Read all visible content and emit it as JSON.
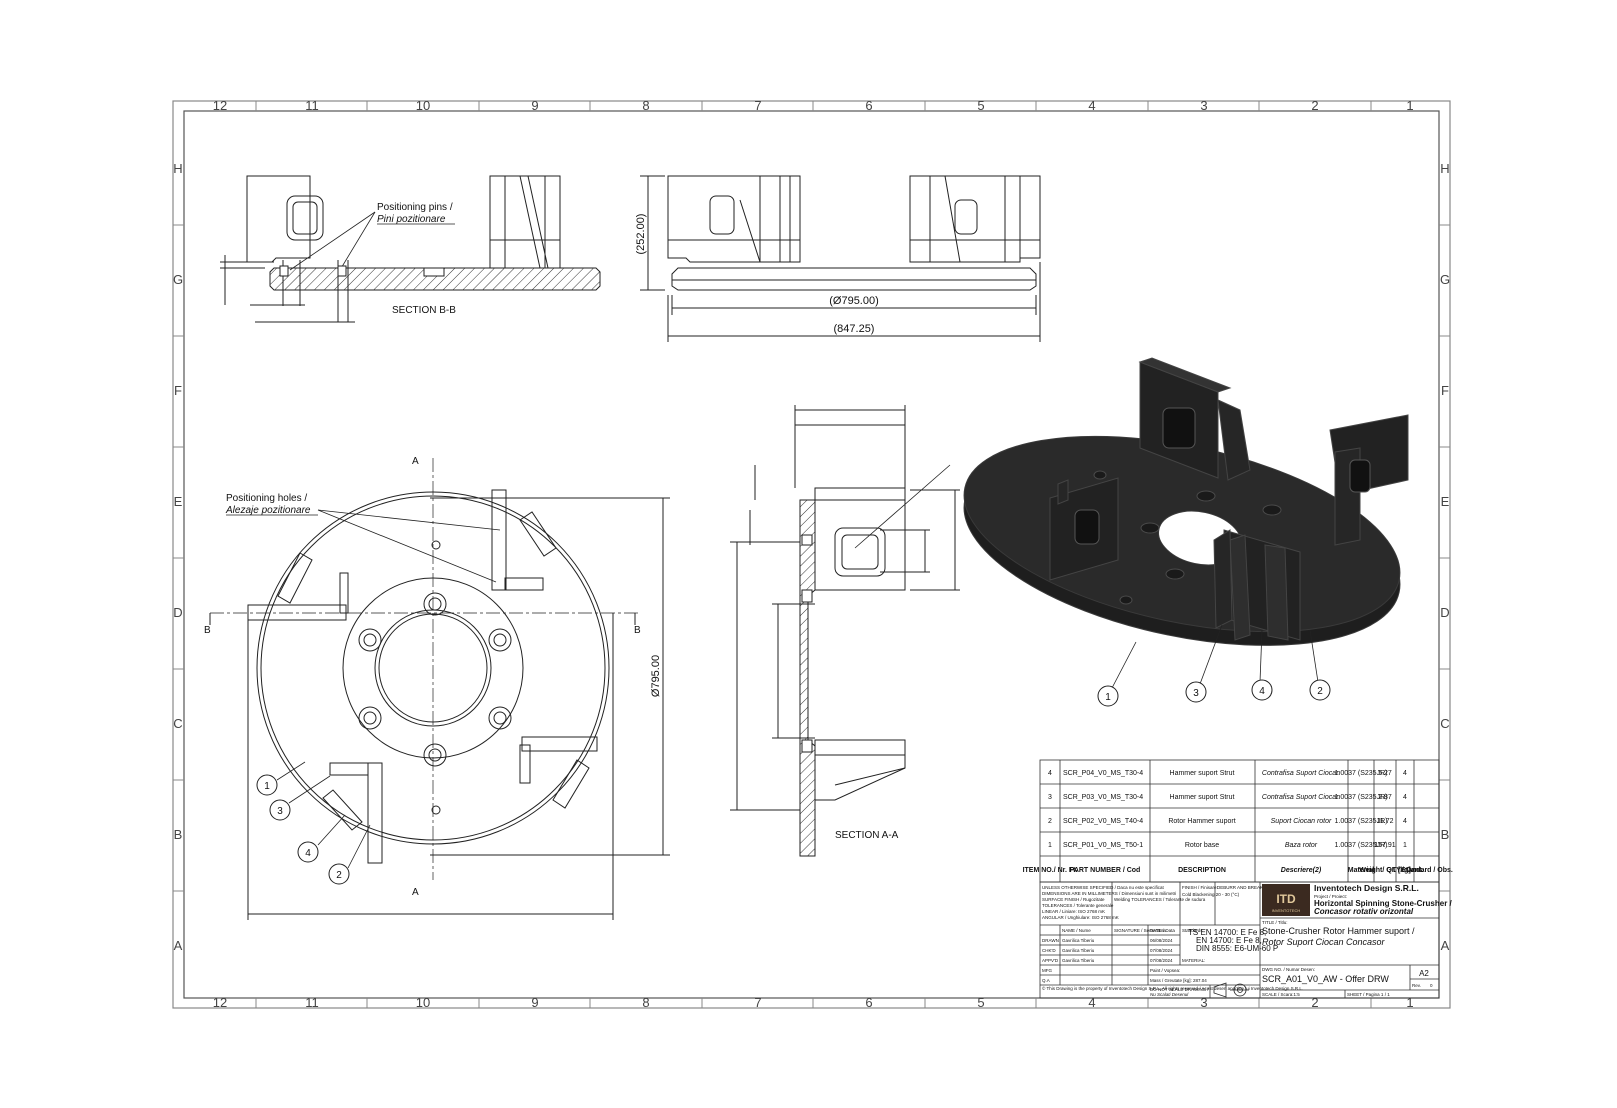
{
  "zones": {
    "columns": [
      "12",
      "11",
      "10",
      "9",
      "8",
      "7",
      "6",
      "5",
      "4",
      "3",
      "2",
      "1"
    ],
    "rows": [
      "H",
      "G",
      "F",
      "E",
      "D",
      "C",
      "B",
      "A"
    ]
  },
  "views": {
    "section_bb_label": "SECTION B-B",
    "section_aa_label": "SECTION A-A",
    "positioning_pins": "Positioning pins /",
    "positioning_pins_ro": "Pini pozitionare",
    "positioning_holes": "Positioning holes /",
    "positioning_holes_ro": "Alezaje pozitionare",
    "dim_height": "(252.00)",
    "dim_diameter": "(Ø795.00)",
    "dim_width": "(847.25)",
    "dim_diameter_vertical": "Ø795.00",
    "cut_a": "A",
    "cut_b": "B",
    "balloons": [
      "1",
      "2",
      "3",
      "4"
    ]
  },
  "bom": {
    "headers": {
      "item": "ITEM NO./ Nr. Ft.",
      "part": "PART NUMBER / Cod",
      "desc": "DESCRIPTION",
      "desc_ro": "Descriere(2)",
      "material": "Material",
      "weight": "Weight/ Gr. [kg]",
      "qty": "QTY./ Cant.",
      "standard": "Standard / Obs."
    },
    "rows": [
      {
        "item": "4",
        "part": "SCR_P04_V0_MS_T30-4",
        "desc": "Hammer suport Strut",
        "desc_ro": "Contrafisa Suport Ciocan",
        "material": "1.0037 (S235JR)",
        "weight": "5.27",
        "qty": "4"
      },
      {
        "item": "3",
        "part": "SCR_P03_V0_MS_T30-4",
        "desc": "Hammer suport Strut",
        "desc_ro": "Contrafisa Suport Ciocan",
        "material": "1.0037 (S235JR)",
        "weight": "2.87",
        "qty": "4"
      },
      {
        "item": "2",
        "part": "SCR_P02_V0_MS_T40-4",
        "desc": "Rotor Hammer suport",
        "desc_ro": "Suport Ciocan rotor",
        "material": "1.0037 (S235JR)",
        "weight": "11.72",
        "qty": "4"
      },
      {
        "item": "1",
        "part": "SCR_P01_V0_MS_T50-1",
        "desc": "Rotor base",
        "desc_ro": "Baza rotor",
        "material": "1.0037 (S235JR)",
        "weight": "157.91",
        "qty": "1"
      }
    ]
  },
  "title_block": {
    "unless_note": "UNLESS OTHERWISE SPECIFIED / Daca nu este specificat",
    "dims_note": "DIMENSIONS ARE IN MILLIMETERS / Dimensiuni sunt in milimetri",
    "surface_finish": "SURFACE FINISH / Rugozitate",
    "tolerances": "TOLERANCES / Tolerante generale",
    "linear": "LINEAR / Liniare: ISO 2768 mK",
    "angular": "ANGULAR / Unghiulare: ISO 2768 mK",
    "welding_tol": "Welding TOLERANCES / Tolerante de sudura",
    "finish": "FINISH / Finisare:",
    "finish_val": "Cold Blackening 20 - 30 (°C)",
    "deburr": "DEBURR AND BREAK SHARP EDGES",
    "standards_label": "Standards",
    "standards": [
      "TS EN 14700: E Fe 8,",
      "EN 14700: E Fe 8,",
      "DIN 8555: E6-UM-60 P"
    ],
    "name_hdr": "NAME / Nume",
    "sign_hdr": "SIGNATURE / Semnatura",
    "date_hdr": "DATE / Data",
    "roles": [
      {
        "role": "DRAWN",
        "name": "Gavrilica Tiberiu",
        "date": "06/08/2024"
      },
      {
        "role": "CHK'D",
        "name": "Gavrilica Tiberiu",
        "date": "07/08/2024"
      },
      {
        "role": "APPV'D",
        "name": "Gavrilica Tiberiu",
        "date": "07/08/2024"
      },
      {
        "role": "MFG",
        "name": "",
        "date": ""
      },
      {
        "role": "Q.A",
        "name": "",
        "date": ""
      }
    ],
    "material_label": "MATERIAL:",
    "paint": "Paint / Vopsea:",
    "mass": "Mass / Greutate [kg]: 287.04",
    "do_not_scale": "DO NOT SCALE DRAWING /",
    "do_not_scale_ro": "Nu Scalati Desenul",
    "copyright": "© This Drawing is the property of Inventotech Design S.R.L. All rights reserved / Acest desen apartine lui Inventotech Design S.R.L.",
    "company": "Inventotech Design S.R.L.",
    "logo": "ITD",
    "logo_sub": "INVENTOTECH",
    "project_label": "Project / Proiect:",
    "project": "Horizontal Spinning Stone-Crusher /",
    "project_ro": "Concasor rotativ orizontal",
    "title_label": "TITLE / Titlu:",
    "title": "Stone-Crusher Rotor Hammer suport /",
    "title_ro": "Rotor Suport Ciocan Concasor",
    "dwg_label": "DWG NO. / Numar Desen:",
    "dwg_no": "SCR_A01_V0_AW - Offer DRW",
    "size": "A2",
    "rev": "Rev.",
    "rev_val": "0",
    "scale": "SCALE / Scara:1:5",
    "sheet": "SHEET / Pagina 1 / 1"
  },
  "colors": {
    "line": "#222222",
    "solid": "#1e1e1e",
    "solid_edge": "#3a3a3a",
    "hatch": "#333333"
  }
}
